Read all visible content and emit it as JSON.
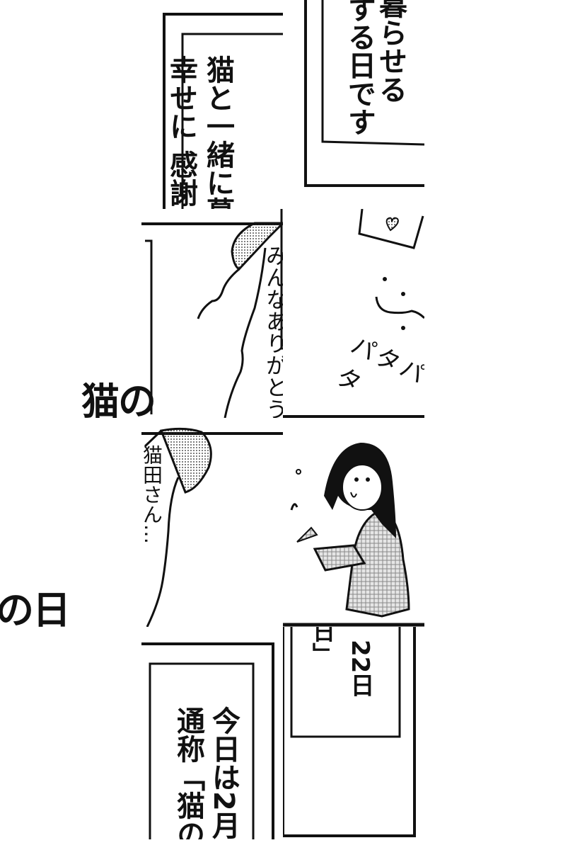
{
  "panels": {
    "sign_top_left": {
      "line1": "猫と一緒に暮",
      "line2": "幸せに 感謝す"
    },
    "sign_top_right": {
      "line1": "暮らせる",
      "line2": "する日です"
    },
    "thanks_panel": {
      "speech": "みんなありがとう"
    },
    "confetti_panel": {
      "sfx": "パタパタ"
    },
    "title_fragment_1": "猫の",
    "nekota_panel": {
      "speech": "猫田さん…"
    },
    "title_fragment_2": "の日",
    "sign_bottom_left": {
      "line1": "今日は2月",
      "line2": "通称「猫の日"
    },
    "sign_bottom_right": {
      "line1": "22日",
      "line2": "日」"
    }
  }
}
